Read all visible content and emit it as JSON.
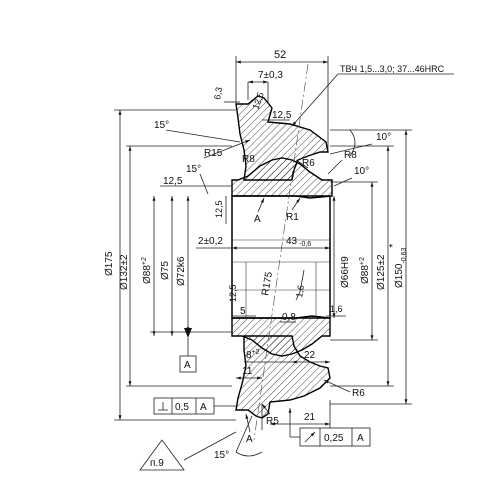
{
  "dims": {
    "width_52": "52",
    "width_7": "7±0,3",
    "chamfer_6_3": "6,3",
    "r_12_5a": "12,5",
    "r_12_5b": "12,5",
    "angle_15_top": "15°",
    "angle_10_top": "10°",
    "r15": "R15",
    "r8_left": "R8",
    "r6_top": "R6",
    "r8_right": "R8",
    "angle_10_right": "10°",
    "dim_12_5_left": "12,5",
    "angle_15_mid": "15°",
    "dim_12_5_vert": "12,5",
    "r1": "R1",
    "dim_2_0_2": "2±0,2",
    "dim_43": "43",
    "dim_43_tol": "-0,6",
    "r175": "R175",
    "dim_1_6a": "1,6",
    "dim_12_5_low": "12,5",
    "dim_5": "5",
    "dim_0_8": "0,8",
    "dim_1_6b": "1,6",
    "dim_8": "8",
    "dim_8_tol": "+2",
    "dim_22": "22",
    "dim_11": "11",
    "r6_bottom": "R6",
    "r5": "R5",
    "dim_21": "21",
    "angle_15_bottom": "15°"
  },
  "diameters": {
    "d175": "Ø175",
    "d132": "Ø132±2",
    "d88_left": "Ø88",
    "d88_left_tol": "+2",
    "d75": "Ø75",
    "d72": "Ø72k6",
    "d66": "Ø66H9",
    "d88_right": "Ø88",
    "d88_right_tol": "+2",
    "d125": "Ø125±2",
    "d150": "Ø150",
    "d150_tol": "-0,63",
    "d150_star": "*"
  },
  "notes": {
    "hardening": "ТВЧ 1,5...3,0; 37...46HRC",
    "section_a_top": "А",
    "section_a_bottom": "А"
  },
  "datum": {
    "label": "А"
  },
  "tolerances": {
    "perp_value": "0,5",
    "perp_datum": "А",
    "runout_value": "0,25",
    "runout_datum": "А"
  },
  "stamp": {
    "label": "п.9"
  }
}
